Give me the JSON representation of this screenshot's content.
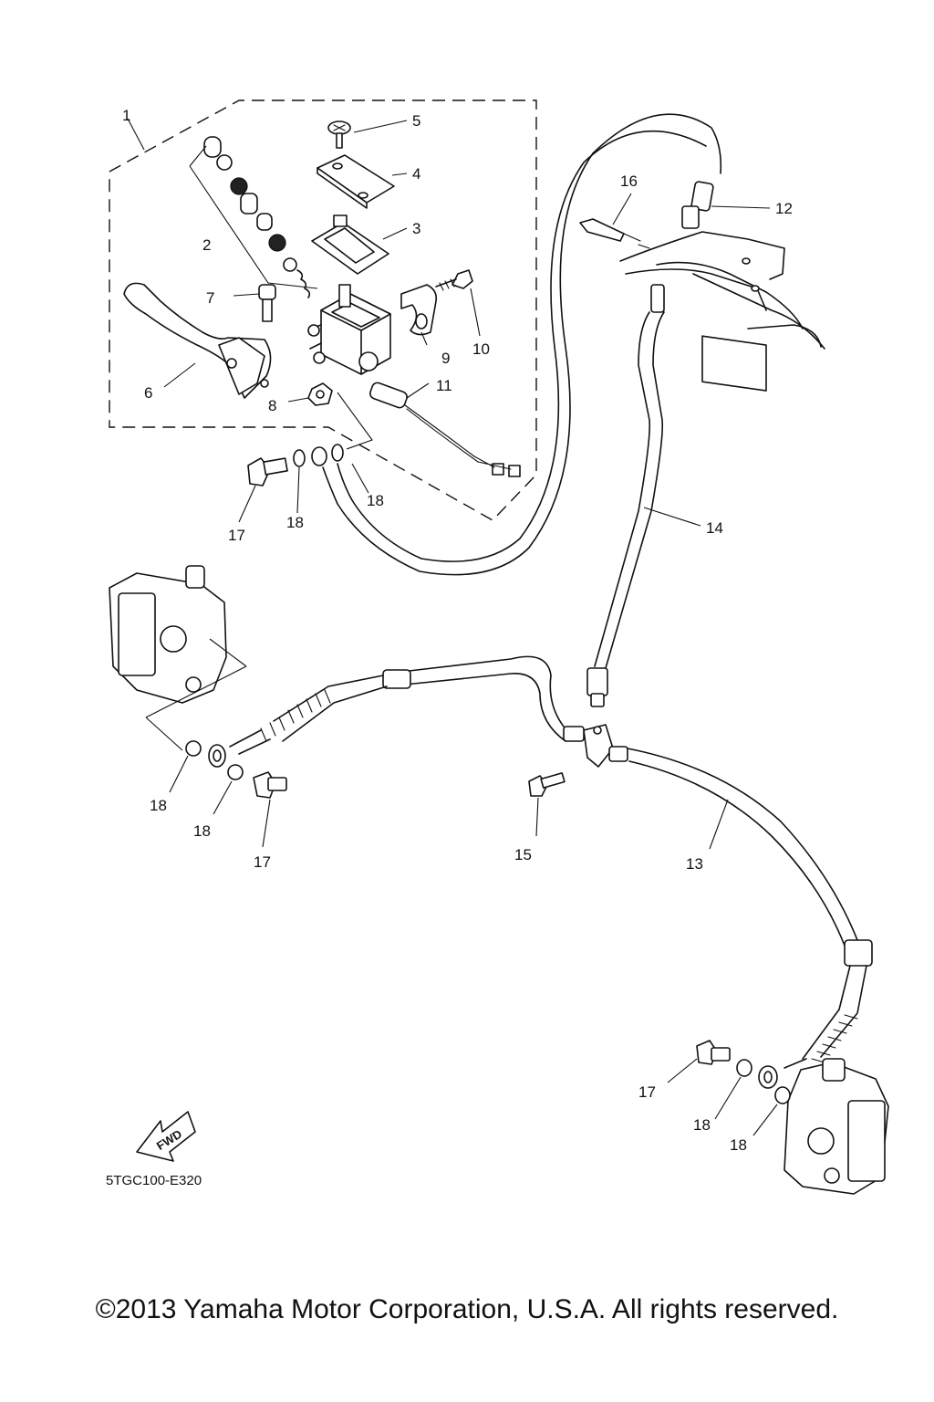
{
  "diagram": {
    "callouts": [
      {
        "id": "c1",
        "label": "1"
      },
      {
        "id": "c2",
        "label": "2"
      },
      {
        "id": "c3",
        "label": "3"
      },
      {
        "id": "c4",
        "label": "4"
      },
      {
        "id": "c5",
        "label": "5"
      },
      {
        "id": "c6",
        "label": "6"
      },
      {
        "id": "c7",
        "label": "7"
      },
      {
        "id": "c8",
        "label": "8"
      },
      {
        "id": "c9",
        "label": "9"
      },
      {
        "id": "c10",
        "label": "10"
      },
      {
        "id": "c11",
        "label": "11"
      },
      {
        "id": "c12",
        "label": "12"
      },
      {
        "id": "c13",
        "label": "13"
      },
      {
        "id": "c14",
        "label": "14"
      },
      {
        "id": "c15",
        "label": "15"
      },
      {
        "id": "c16",
        "label": "16"
      },
      {
        "id": "c17a",
        "label": "17"
      },
      {
        "id": "c17b",
        "label": "17"
      },
      {
        "id": "c17c",
        "label": "17"
      },
      {
        "id": "c18a",
        "label": "18"
      },
      {
        "id": "c18b",
        "label": "18"
      },
      {
        "id": "c18c",
        "label": "18"
      },
      {
        "id": "c18d",
        "label": "18"
      },
      {
        "id": "c18e",
        "label": "18"
      },
      {
        "id": "c18f",
        "label": "18"
      }
    ],
    "fwd_label": "FWD",
    "diagram_code": "5TGC100-E320"
  },
  "footer": {
    "copyright": "©2013 Yamaha Motor Corporation, U.S.A. All rights reserved."
  }
}
